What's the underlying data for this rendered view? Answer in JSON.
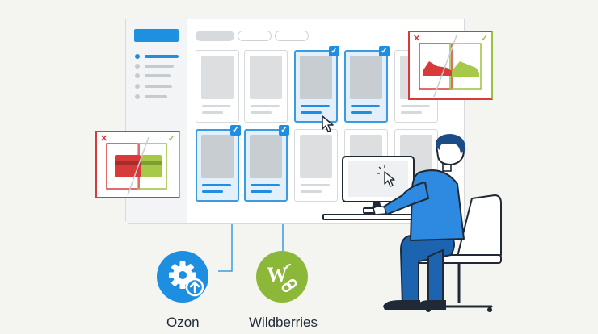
{
  "integrations": {
    "ozon": {
      "label": "Ozon",
      "icon": "gear-upload-icon",
      "color": "#1e8fe0"
    },
    "wildberries": {
      "label": "Wildberries",
      "icon": "wildberries-link-icon",
      "glyph": "W",
      "color": "#8cb83a"
    }
  },
  "selection": {
    "check_glyph": "✓",
    "reject_glyph": "✕"
  },
  "colors": {
    "accent": "#1e8fe0",
    "reject": "#d83a3a",
    "approve": "#9bc13f"
  }
}
